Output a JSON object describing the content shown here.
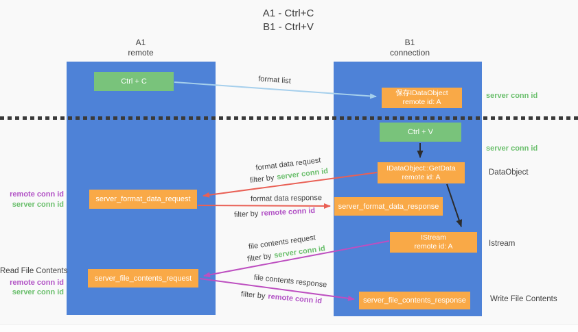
{
  "title": {
    "line1": "A1 - Ctrl+C",
    "line2": "B1 - Ctrl+V"
  },
  "columns": {
    "left": {
      "name": "A1",
      "subtitle": "remote"
    },
    "right": {
      "name": "B1",
      "subtitle": "connection"
    }
  },
  "nodes": {
    "ctrl_c": {
      "label": "Ctrl + C"
    },
    "save_dataobject": {
      "line1": "保存IDataObject",
      "line2": "remote id: A"
    },
    "ctrl_v": {
      "label": "Ctrl + V"
    },
    "getdata": {
      "line1": "IDataObject::GetData",
      "line2": "remote id: A"
    },
    "server_format_data_request": {
      "label": "server_format_data_request"
    },
    "server_format_data_response": {
      "label": "server_format_data_response"
    },
    "istream": {
      "line1": "IStream",
      "line2": "remote id: A"
    },
    "server_file_contents_request": {
      "label": "server_file_contents_request"
    },
    "server_file_contents_response": {
      "label": "server_file_contents_response"
    }
  },
  "edge_labels": {
    "format_list": "format list",
    "format_data_request": "format data request",
    "format_data_response": "format data response",
    "file_contents_request": "file contents request",
    "file_contents_response": "file contents response",
    "filter_by": "filter by",
    "server_conn_id": "server conn id",
    "remote_conn_id": "remote conn id"
  },
  "side_labels": {
    "dataobject": "DataObject",
    "istream": "Istream",
    "read_file_contents": "Read File Contents",
    "write_file_contents": "Write File Contents"
  },
  "colors": {
    "column_fill": "#4e82d7",
    "green_node": "#79c37b",
    "orange_node": "#f9a947",
    "arrow_blue": "#a5cfec",
    "arrow_red": "#e96055",
    "arrow_magenta": "#bd4fc0",
    "arrow_black": "#2b2b2b",
    "green_text": "#6bbf6d",
    "purple_text": "#b151c5"
  }
}
